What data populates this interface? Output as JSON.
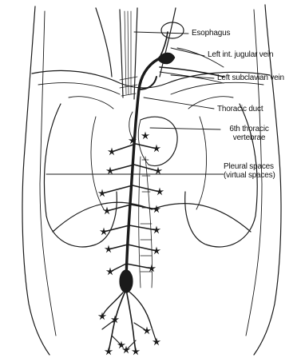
{
  "diagram": {
    "ink_color": "#1a1a1a",
    "background": "#ffffff",
    "labels": {
      "esophagus": "Esophagus",
      "left_int_jugular_vein": "Left int. jugular vein",
      "left_subclavian_vein": "Left subclavian vein",
      "thoracic_duct": "Thoracic duct",
      "thoracic_vertebrae_line1": "6th thoracic",
      "thoracic_vertebrae_line2": "vertebrae",
      "pleural_spaces_line1": "Pleural spaces",
      "pleural_spaces_line2": "(virtual spaces)"
    }
  }
}
